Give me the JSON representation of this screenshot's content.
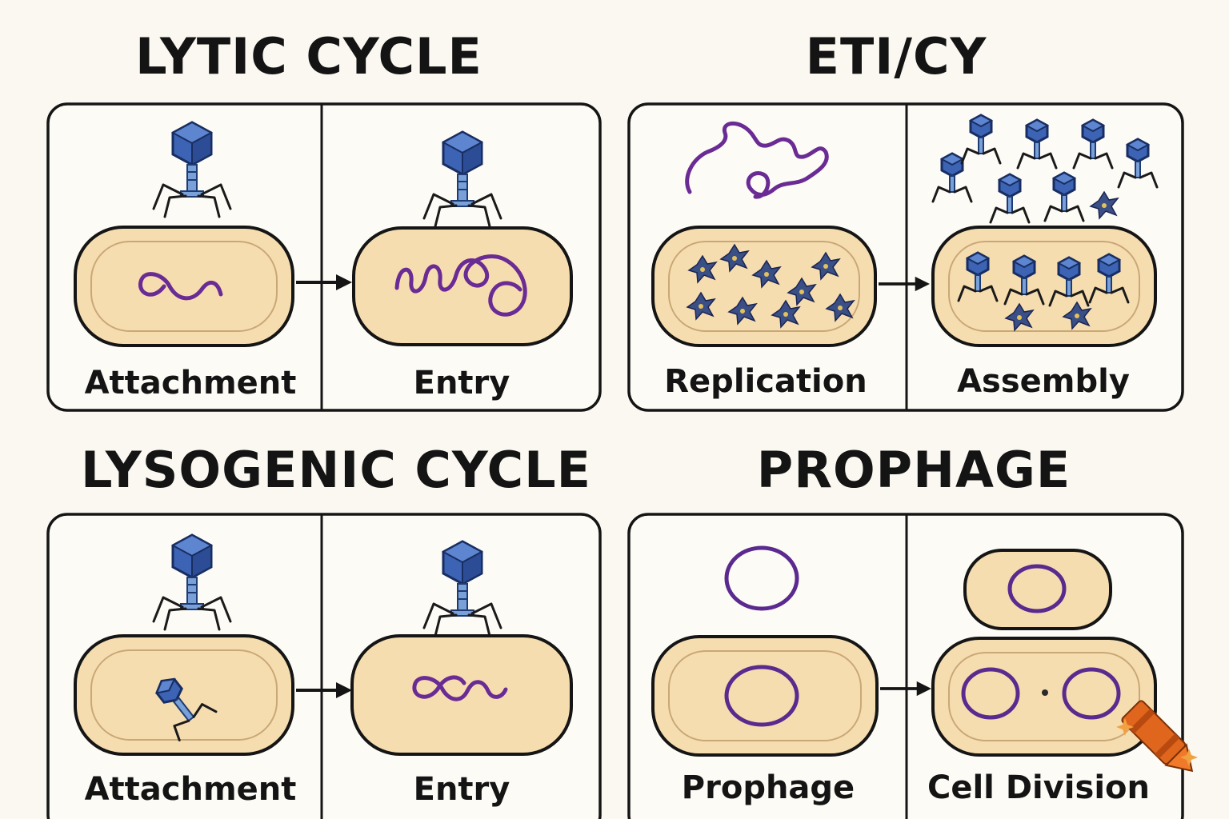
{
  "sections": {
    "lytic_title": "LYTIC CYCLE",
    "eti_title": "ETI/CY",
    "lysogenic_title": "LYSOGENIC CYCLE",
    "prophage_title": "PROPHAGE"
  },
  "panels": {
    "lytic_attachment": "Attachment",
    "lytic_entry": "Entry",
    "replication": "Replication",
    "assembly": "Assembly",
    "lysogenic_attachment": "Attachment",
    "lysogenic_entry": "Entry",
    "prophage": "Prophage",
    "cell_division": "Cell Division"
  },
  "colors": {
    "background": "#fbf8f1",
    "cell_fill": "#f6ddb0",
    "dna": "#6a2c94",
    "phage_head": "#3d63b4",
    "outline": "#151515"
  },
  "icons": [
    "bacteriophage-icon",
    "dna-strand-icon",
    "plasmid-ring-icon",
    "arrow-right-icon",
    "crayon-icon"
  ]
}
